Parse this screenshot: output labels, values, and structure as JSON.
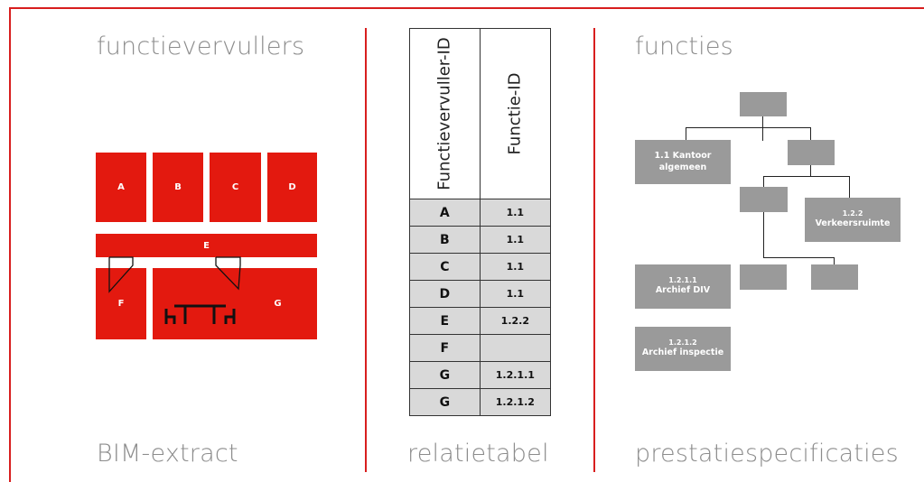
{
  "panels": {
    "left_top": "functievervullers",
    "left_bottom": "BIM-extract",
    "middle_bottom": "relatietabel",
    "right_top": "functies",
    "right_bottom": "prestatiespecificaties"
  },
  "rooms": {
    "a": "A",
    "b": "B",
    "c": "C",
    "d": "D",
    "e": "E",
    "f": "F",
    "g": "G"
  },
  "table": {
    "header_col1": "Functievervuller-ID",
    "header_col2": "Functie-ID",
    "rows": [
      {
        "functievervuller": "A",
        "functie": "1.1"
      },
      {
        "functievervuller": "B",
        "functie": "1.1"
      },
      {
        "functievervuller": "C",
        "functie": "1.1"
      },
      {
        "functievervuller": "D",
        "functie": "1.1"
      },
      {
        "functievervuller": "E",
        "functie": "1.2.2"
      },
      {
        "functievervuller": "F",
        "functie": ""
      },
      {
        "functievervuller": "G",
        "functie": "1.2.1.1"
      },
      {
        "functievervuller": "G",
        "functie": "1.2.1.2"
      }
    ]
  },
  "tree": {
    "n11_line1": "1.1 Kantoor",
    "n11_line2": "algemeen",
    "n122_line1": "1.2.2",
    "n122_line2": "Verkeersruimte",
    "n1211_line1": "1.2.1.1",
    "n1211_line2": "Archief DIV",
    "n1212_line1": "1.2.1.2",
    "n1212_line2": "Archief inspectie"
  },
  "colors": {
    "accent_red": "#e3190f",
    "frame_red": "#d81e1e",
    "node_gray": "#9a9a9a",
    "cell_gray": "#d9d9d9",
    "heading_gray": "#8c8c8c"
  }
}
